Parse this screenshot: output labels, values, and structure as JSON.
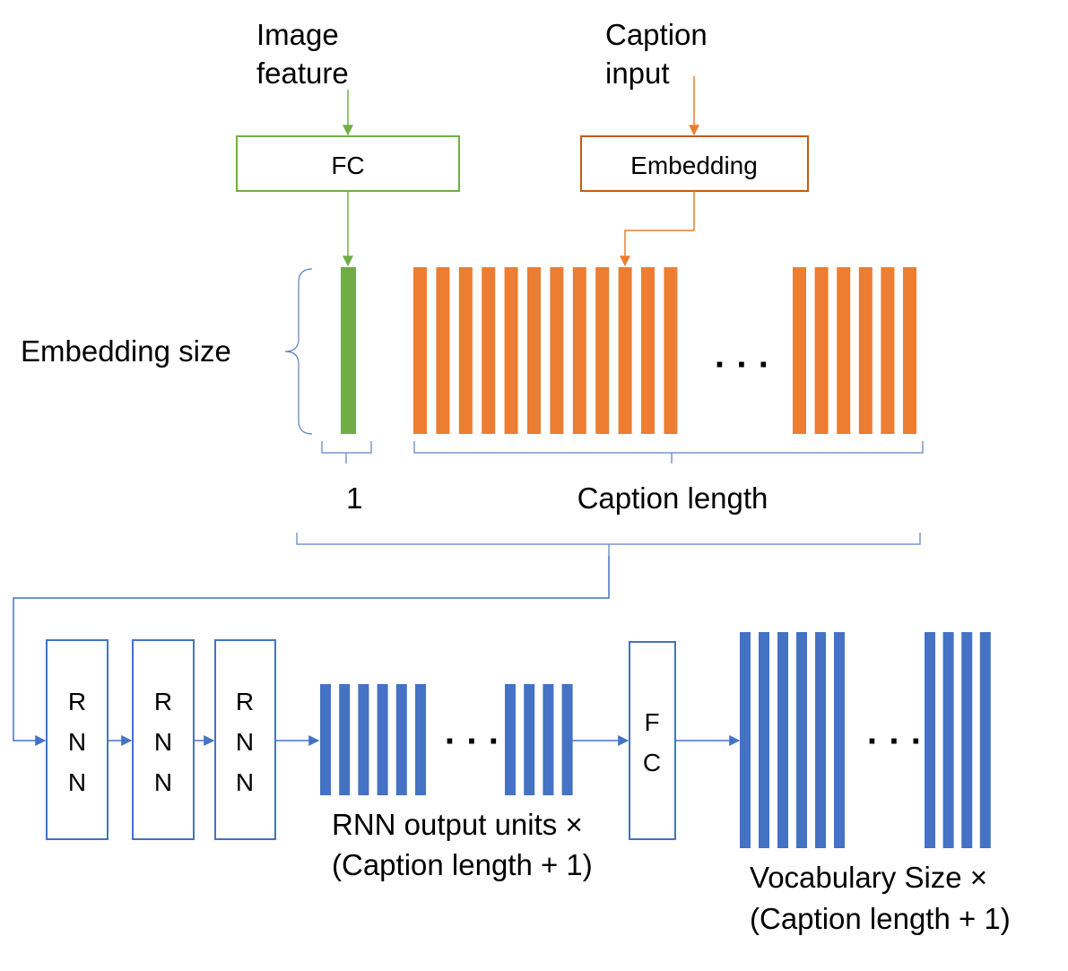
{
  "inputs": {
    "image_feature_line1": "Image",
    "image_feature_line2": "feature",
    "caption_input_line1": "Caption",
    "caption_input_line2": "input"
  },
  "boxes": {
    "fc_top": "FC",
    "embedding": "Embedding",
    "rnn_letters": [
      "R",
      "N",
      "N"
    ],
    "fc_bottom_letters": [
      "F",
      "C"
    ]
  },
  "labels": {
    "embedding_size": "Embedding size",
    "one": "1",
    "caption_length": "Caption length",
    "rnn_output_line1": "RNN output units  ×",
    "rnn_output_line2": "(Caption length + 1)",
    "vocab_line1": "Vocabulary Size  ×",
    "vocab_line2": "(Caption length + 1)",
    "ellipsis": "· · ·"
  },
  "colors": {
    "green": "#70AD47",
    "orange": "#ED7D31",
    "blue": "#4472C4",
    "brace": "#5B7FC2"
  }
}
